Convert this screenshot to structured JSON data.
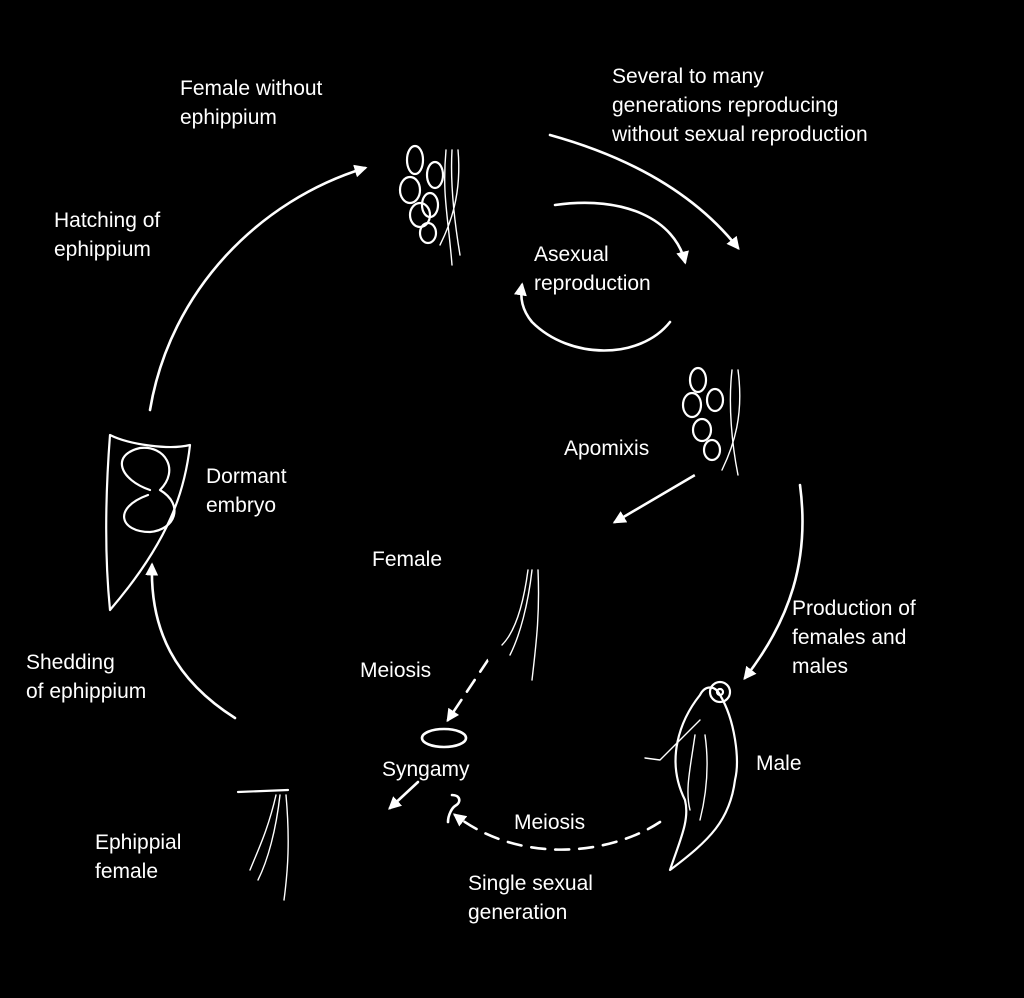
{
  "labels": {
    "female_without_ephippium": "Female without\nephippium",
    "several_generations": "Several to many\ngenerations reproducing\nwithout sexual reproduction",
    "hatching": "Hatching of\nephippium",
    "asexual_reproduction": "Asexual\nreproduction",
    "apomixis": "Apomixis",
    "dormant_embryo": "Dormant\nembryo",
    "female": "Female",
    "production_of_females_males": "Production of\nfemales and\nmales",
    "meiosis_female": "Meiosis",
    "shedding": "Shedding\nof ephippium",
    "male": "Male",
    "syngamy": "Syngamy",
    "meiosis_male": "Meiosis",
    "ephippial_female": "Ephippial\nfemale",
    "single_sexual_generation": "Single sexual\ngeneration"
  },
  "colors": {
    "background": "#000000",
    "foreground": "#ffffff"
  }
}
